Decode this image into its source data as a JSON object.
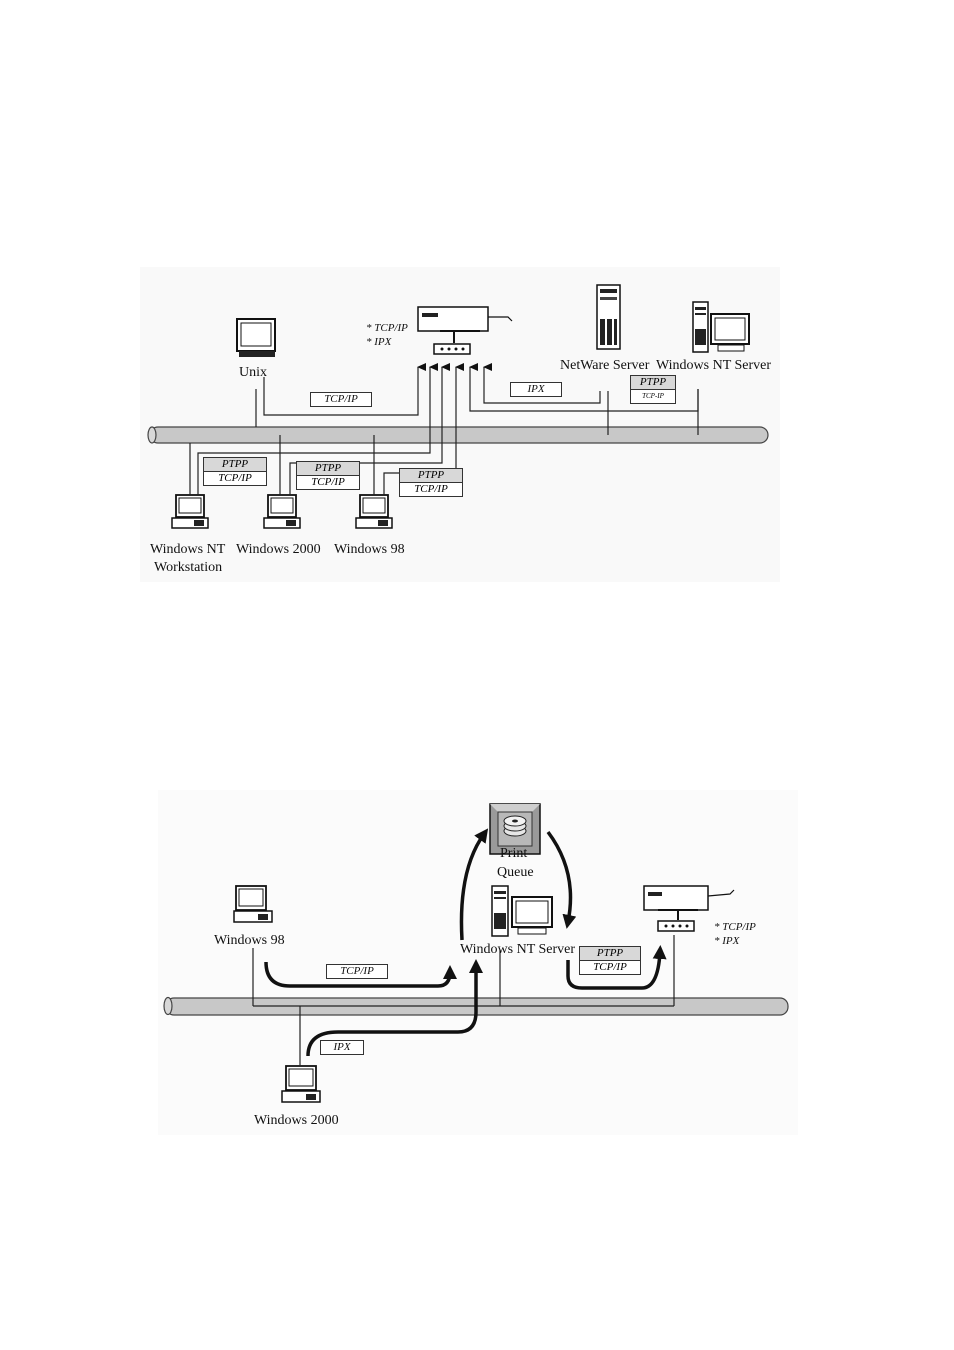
{
  "diagram1": {
    "labels": {
      "unix": "Unix",
      "netware": "NetWare Server",
      "ntserver": "Windows NT Server",
      "ntws_1": "Windows NT",
      "ntws_2": "Workstation",
      "win2000": "Windows 2000",
      "win98": "Windows 98"
    },
    "printer_protocols": [
      "* TCP/IP",
      "* IPX"
    ],
    "links": {
      "unix_proto": "TCP/IP",
      "netware_proto": "IPX"
    },
    "stacks": {
      "ntserver": [
        "PTPP",
        "TCP-IP"
      ],
      "ntws": [
        "PTPP",
        "TCP/IP"
      ],
      "win2000": [
        "PTPP",
        "TCP/IP"
      ],
      "win98": [
        "PTPP",
        "TCP/IP"
      ]
    }
  },
  "diagram2": {
    "labels": {
      "win98": "Windows 98",
      "ntserver": "Windows NT Server",
      "print_queue_1": "Print",
      "print_queue_2": "Queue",
      "win2000": "Windows 2000"
    },
    "printer_protocols": [
      "* TCP/IP",
      "* IPX"
    ],
    "links": {
      "win98_proto": "TCP/IP",
      "win2000_proto": "IPX"
    },
    "stacks": {
      "ntserver": [
        "PTPP",
        "TCP/IP"
      ]
    }
  },
  "colors": {
    "bus_fill": "#c8c8c8",
    "line": "#222222",
    "stack_header": "#d8d8d8"
  }
}
